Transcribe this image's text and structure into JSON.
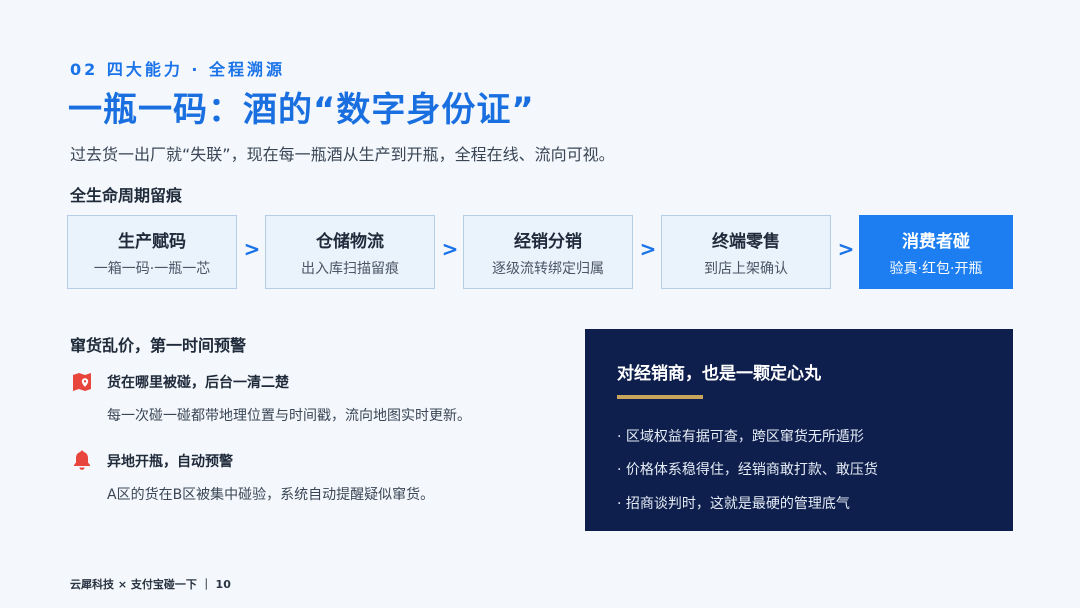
{
  "header": {
    "kicker": "02 四大能力 · 全程溯源",
    "title": "一瓶一码：酒的“数字身份证”",
    "subtitle": "过去货一出厂就“失联”，现在每一瓶酒从生产到开瓶，全程在线、流向可视。"
  },
  "lifecycle": {
    "label": "全生命周期留痕",
    "arrow": ">",
    "steps": [
      {
        "title": "生产赋码",
        "desc": "一箱一码·一瓶一芯"
      },
      {
        "title": "仓储物流",
        "desc": "出入库扫描留痕"
      },
      {
        "title": "经销分销",
        "desc": "逐级流转绑定归属"
      },
      {
        "title": "终端零售",
        "desc": "到店上架确认"
      },
      {
        "title": "消费者碰",
        "desc": "验真·红包·开瓶"
      }
    ]
  },
  "alerts": {
    "title": "窜货乱价，第一时间预警",
    "items": [
      {
        "icon": "map-pin-icon",
        "head": "货在哪里被碰，后台一清二楚",
        "body": "每一次碰一碰都带地理位置与时间戳，流向地图实时更新。"
      },
      {
        "icon": "bell-icon",
        "head": "异地开瓶，自动预警",
        "body": "A区的货在B区被集中碰验，系统自动提醒疑似窜货。"
      }
    ]
  },
  "card": {
    "title": "对经销商，也是一颗定心丸",
    "points": [
      "· 区域权益有据可查，跨区窜货无所遁形",
      "· 价格体系稳得住，经销商敢打款、敢压货",
      "· 招商谈判时，这就是最硬的管理底气"
    ]
  },
  "footer": {
    "text": "云犀科技 × 支付宝碰一下 ｜ 10"
  },
  "colors": {
    "accent": "#1a73e8",
    "active_step": "#1c7ef0",
    "icon_red": "#e8453c",
    "card_bg": "#0e1f4d",
    "card_bar": "#c9a45c"
  }
}
